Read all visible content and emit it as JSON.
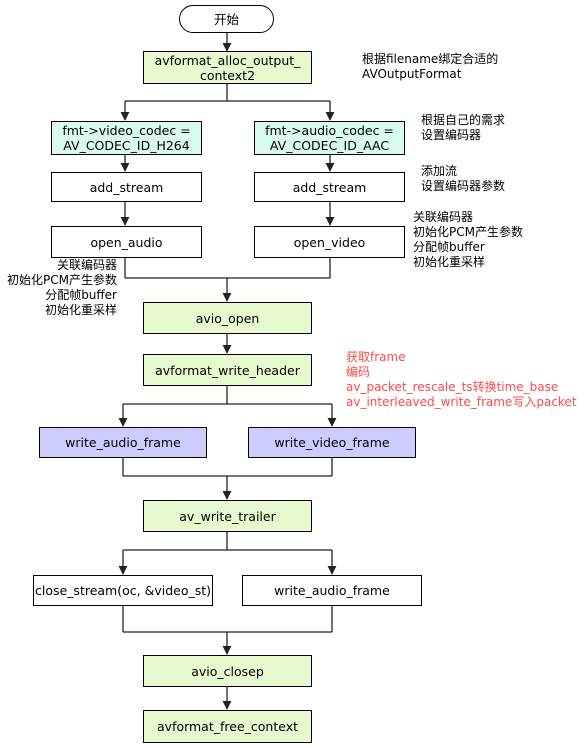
{
  "nodes": {
    "start": "开始",
    "alloc_ctx": "avformat_alloc_output_\ncontext2",
    "video_codec": "fmt->video_codec =\nAV_CODEC_ID_H264",
    "audio_codec": "fmt->audio_codec =\nAV_CODEC_ID_AAC",
    "add_stream_left": "add_stream",
    "add_stream_right": "add_stream",
    "open_audio": "open_audio",
    "open_video": "open_video",
    "avio_open": "avio_open",
    "write_header": "avformat_write_header",
    "write_audio_frame": "write_audio_frame",
    "write_video_frame": "write_video_frame",
    "write_trailer": "av_write_trailer",
    "close_stream": "close_stream(oc, &video_st)",
    "write_audio_frame_2": "write_audio_frame",
    "avio_closep": "avio_closep",
    "free_ctx": "avformat_free_context"
  },
  "notes": {
    "alloc_note": "根据filename绑定合适的\nAVOutputFormat",
    "codec_note": "根据自己的需求\n设置编码器",
    "stream_note": "添加流\n设置编码器参数",
    "open_note_right": "关联编码器\n初始化PCM产生参数\n分配帧buffer\n初始化重采样",
    "open_note_left": "关联编码器\n初始化PCM产生参数\n分配帧buffer\n初始化重采样",
    "write_note": "获取frame\n编码\nav_packet_rescale_ts转换time_base\nav_interleaved_write_frame写入packet"
  },
  "colors": {
    "green_fill": "#e6f9cf",
    "mint_fill": "#d9fbee",
    "lavender_fill": "#ccccff",
    "red_text": "#ff4a4a",
    "line": "#222222"
  }
}
